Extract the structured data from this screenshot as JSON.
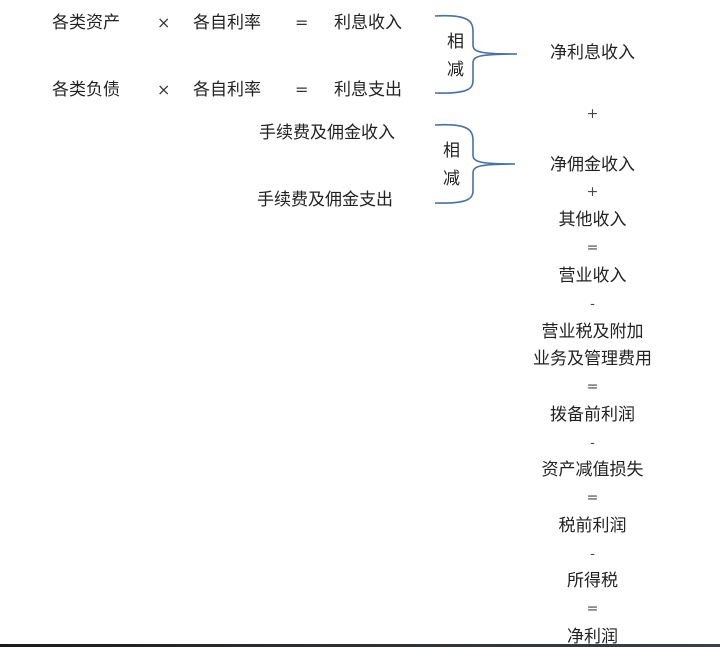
{
  "rows": {
    "interest_income": {
      "asset": "各类资产",
      "times": "×",
      "rate": "各自利率",
      "equals": "=",
      "result": "利息收入"
    },
    "interest_expense": {
      "liability": "各类负债",
      "times": "×",
      "rate": "各自利率",
      "equals": "=",
      "result": "利息支出"
    },
    "fee_income": "手续费及佣金收入",
    "fee_expense": "手续费及佣金支出"
  },
  "braces": [
    {
      "label_top": "相",
      "label_bottom": "减",
      "target": "净利息收入"
    },
    {
      "label_top": "相",
      "label_bottom": "减",
      "target": "净佣金收入"
    }
  ],
  "flow": [
    {
      "type": "term",
      "text": "净利息收入"
    },
    {
      "type": "op",
      "text": "+"
    },
    {
      "type": "term",
      "text": "净佣金收入"
    },
    {
      "type": "op",
      "text": "+"
    },
    {
      "type": "term",
      "text": "其他收入"
    },
    {
      "type": "op",
      "text": "="
    },
    {
      "type": "term",
      "text": "营业收入"
    },
    {
      "type": "op",
      "text": "-"
    },
    {
      "type": "term",
      "text": "营业税及附加"
    },
    {
      "type": "term",
      "text": "业务及管理费用"
    },
    {
      "type": "op",
      "text": "="
    },
    {
      "type": "term",
      "text": "拨备前利润"
    },
    {
      "type": "op",
      "text": "-"
    },
    {
      "type": "term",
      "text": "资产减值损失"
    },
    {
      "type": "op",
      "text": "="
    },
    {
      "type": "term",
      "text": "税前利润"
    },
    {
      "type": "op",
      "text": "-"
    },
    {
      "type": "term",
      "text": "所得税"
    },
    {
      "type": "op",
      "text": "="
    },
    {
      "type": "term",
      "text": "净利润"
    }
  ],
  "colors": {
    "text": "#222222",
    "brace": "#4a6fa5"
  }
}
